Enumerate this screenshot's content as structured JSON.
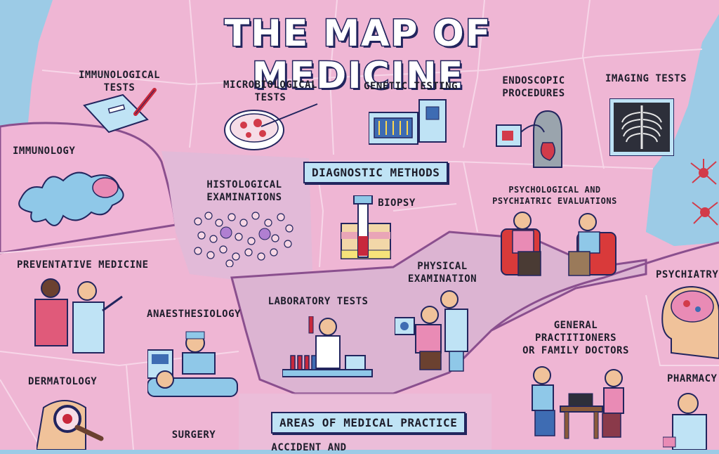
{
  "title": "THE MAP OF MEDICINE",
  "banners": {
    "diagnostic": "DIAGNOSTIC METHODS",
    "areas": "AREAS OF MEDICAL PRACTICE"
  },
  "regions": {
    "immunological_tests": "IMMUNOLOGICAL\nTESTS",
    "microbiological_tests": "MICROBIOLOGICAL\nTESTS",
    "genetic_testing": "GENETIC TESTING",
    "endoscopic_procedures": "ENDOSCOPIC\nPROCEDURES",
    "imaging_tests": "IMAGING TESTS",
    "immunology": "IMMUNOLOGY",
    "histological_examinations": "HISTOLOGICAL\nEXAMINATIONS",
    "biopsy": "BIOPSY",
    "psychological_evaluations": "PSYCHOLOGICAL AND\nPSYCHIATRIC EVALUATIONS",
    "preventative_medicine": "PREVENTATIVE MEDICINE",
    "anaesthesiology": "ANAESTHESIOLOGY",
    "laboratory_tests": "LABORATORY TESTS",
    "physical_examination": "PHYSICAL\nEXAMINATION",
    "psychiatry": "PSYCHIATRY",
    "general_practitioners": "GENERAL\nPRACTITIONERS\nOR FAMILY DOCTORS",
    "dermatology": "DERMATOLOGY",
    "surgery": "SURGERY",
    "pharmacy": "PHARMACY",
    "accident_and": "ACCIDENT AND"
  },
  "colors": {
    "ocean": "#9ccbe6",
    "land_pink": "#efb6d4",
    "land_light": "#f3c8de",
    "land_mauve": "#dcb4d2",
    "border": "#8a4f8e",
    "outline": "#22255e"
  }
}
